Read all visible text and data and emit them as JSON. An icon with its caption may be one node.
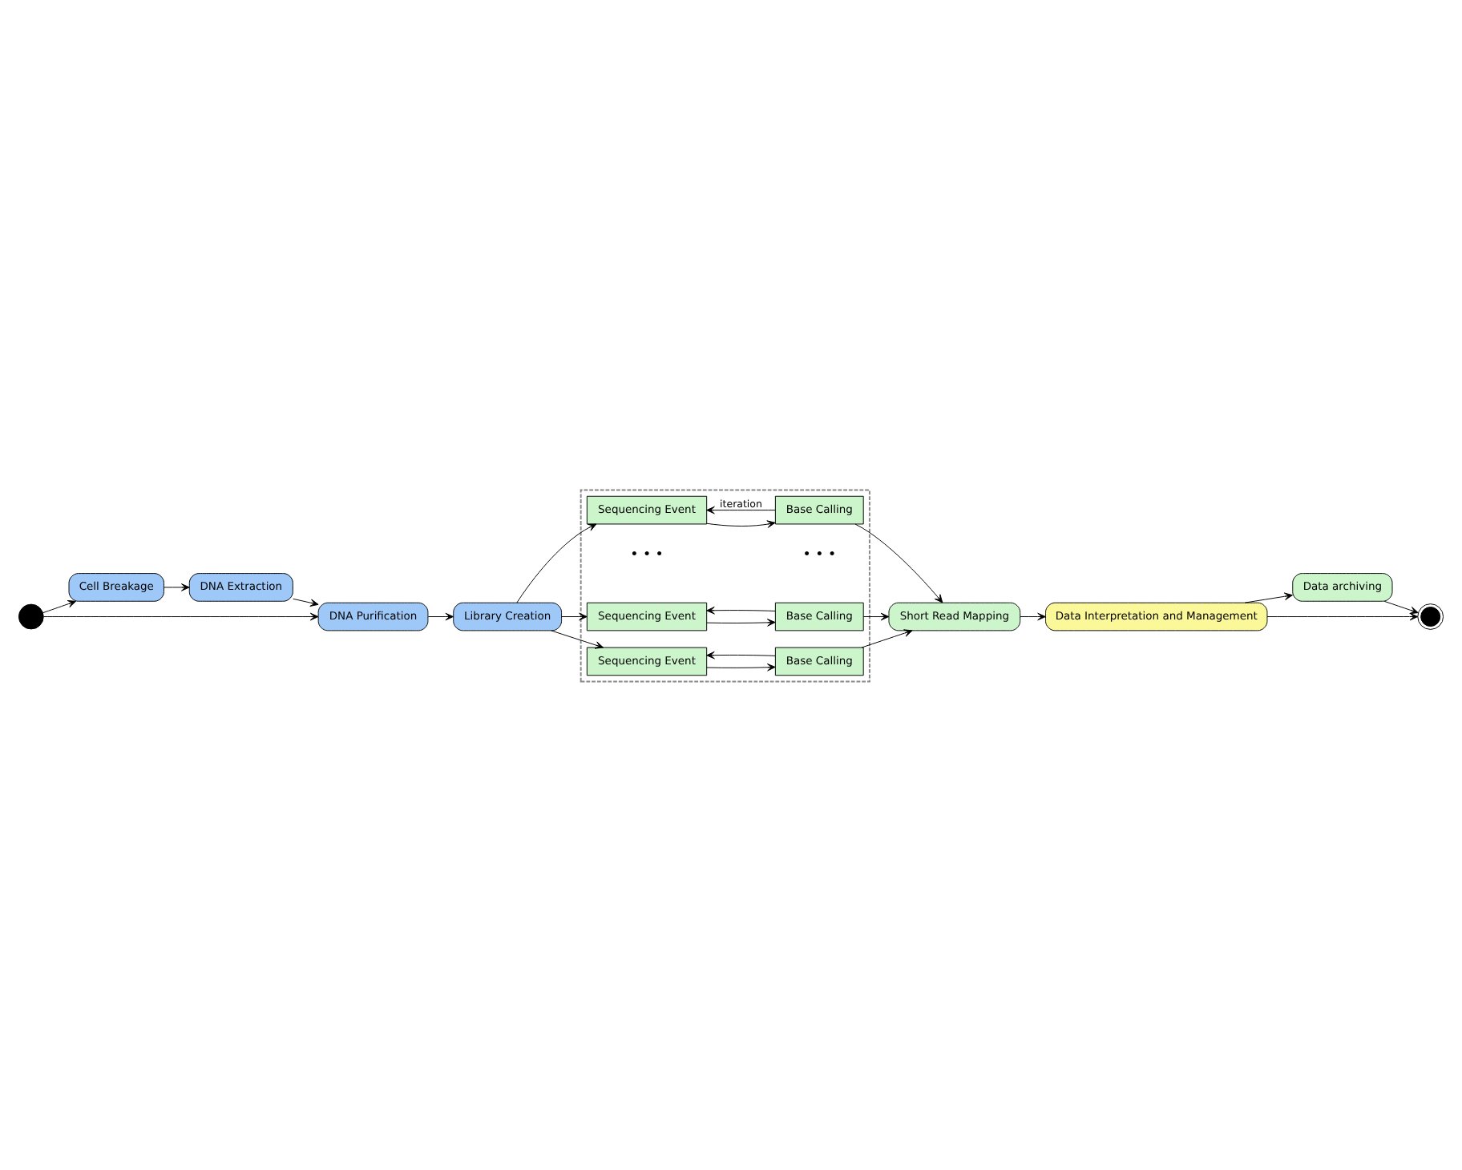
{
  "diagram": {
    "nodes": [
      {
        "text": [],
        "shape": "circle"
      },
      {
        "text": [
          "Cell Breakage"
        ]
      },
      {
        "text": [
          "DNA Extraction"
        ]
      },
      {
        "text": [
          "DNA Purification"
        ]
      },
      {
        "text": [
          "Library Creation"
        ]
      },
      {
        "text": [],
        "shape": "box"
      },
      {
        "text": [
          "Sequencing Event"
        ],
        "in": 5
      },
      {
        "text": [
          "Base Calling"
        ],
        "in": 5
      },
      {
        "text": [
          "Sequencing Event"
        ],
        "in": 5
      },
      {
        "text": [
          "Base Calling"
        ],
        "in": 5
      },
      {
        "text": [
          "Sequencing Event"
        ],
        "in": 5
      },
      {
        "text": [
          "Base Calling"
        ],
        "in": 5
      },
      {
        "text": [
          "Short Read Mapping"
        ]
      },
      {
        "text": [
          "Data Interpretation and Management"
        ]
      },
      {
        "text": [
          "Data archiving"
        ]
      },
      {
        "text": [],
        "shape": "circle"
      }
    ],
    "edges": [
      {
        "from": 0,
        "to": 1,
        "arrow": "to"
      },
      {
        "from": 1,
        "to": 2,
        "arrow": "to"
      },
      {
        "from": 2,
        "to": 3,
        "arrow": "to"
      },
      {
        "from": 0,
        "to": 3,
        "arrow": "to"
      },
      {
        "from": 3,
        "to": 4,
        "arrow": "to"
      },
      {
        "from": 4,
        "to": 6,
        "arrow": "to"
      },
      {
        "from": 4,
        "to": 8,
        "arrow": "to"
      },
      {
        "from": 4,
        "to": 10,
        "arrow": "to"
      },
      {
        "from": 6,
        "to": 7,
        "arrow": "to"
      },
      {
        "from": 8,
        "to": 9,
        "arrow": "to"
      },
      {
        "from": 10,
        "to": 11,
        "arrow": "to"
      },
      {
        "from": 7,
        "to": 6,
        "arrow": "to",
        "label": "iteration"
      },
      {
        "from": 9,
        "to": 8,
        "arrow": "to"
      },
      {
        "from": 11,
        "to": 10,
        "arrow": "to"
      },
      {
        "from": 7,
        "to": 12,
        "arrow": "to"
      },
      {
        "from": 9,
        "to": 12,
        "arrow": "to"
      },
      {
        "from": 11,
        "to": 12,
        "arrow": "to"
      },
      {
        "from": 12,
        "to": 13,
        "arrow": "to"
      },
      {
        "from": 13,
        "to": 14,
        "arrow": "to"
      },
      {
        "from": 14,
        "to": 15,
        "arrow": "to"
      },
      {
        "from": 13,
        "to": 15,
        "arrow": "to"
      }
    ],
    "labels": [
      "• • •",
      "• • •"
    ]
  }
}
